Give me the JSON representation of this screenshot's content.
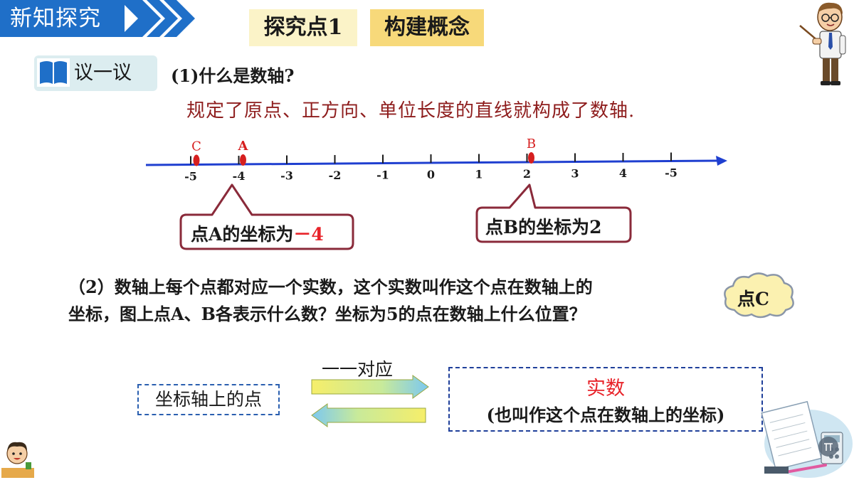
{
  "header": {
    "section_title": "新知探究",
    "point_label": "探究点1",
    "concept_label": "构建概念"
  },
  "discuss": {
    "label": "议一议",
    "icon": "open-book-icon"
  },
  "question1": {
    "text": "(1)什么是数轴?",
    "answer": "规定了原点、正方向、单位长度的直线就构成了数轴."
  },
  "number_line": {
    "tick_labels": [
      "-5",
      "-4",
      "-3",
      "-2",
      "-1",
      "0",
      "1",
      "2",
      "3",
      "4",
      "-5"
    ],
    "points": [
      {
        "label": "C",
        "value": -5
      },
      {
        "label": "A",
        "value": -4
      },
      {
        "label": "B",
        "value": 2
      }
    ],
    "colors": {
      "axis": "#1f3fd0",
      "point": "#d61f1f",
      "label": "#d61f1f"
    }
  },
  "callout_a": {
    "prefix": "点A的坐标为",
    "value": "－4"
  },
  "callout_b": {
    "text": "点B的坐标为2"
  },
  "question2": {
    "line1": "（2）数轴上每个点都对应一个实数，这个实数叫作这个点在数轴上的",
    "line2": "坐标，图上点A、B各表示什么数？坐标为5的点在数轴上什么位置？"
  },
  "cloud": {
    "text": "点C"
  },
  "mapping": {
    "left": "坐标轴上的点",
    "arrow_label": "一一对应",
    "right_title": "实数",
    "right_sub": "(也叫作这个点在数轴上的坐标)"
  },
  "decor": {
    "teacher": "teacher-figure-icon",
    "student": "student-figure-icon",
    "math": "math-illustration-icon"
  },
  "colors": {
    "banner": "#1f6fc8",
    "pill_light": "#fbf3c8",
    "pill_dark": "#f7d97a",
    "answer_text": "#8e1d1d",
    "callout_border": "#8a2a3a"
  }
}
